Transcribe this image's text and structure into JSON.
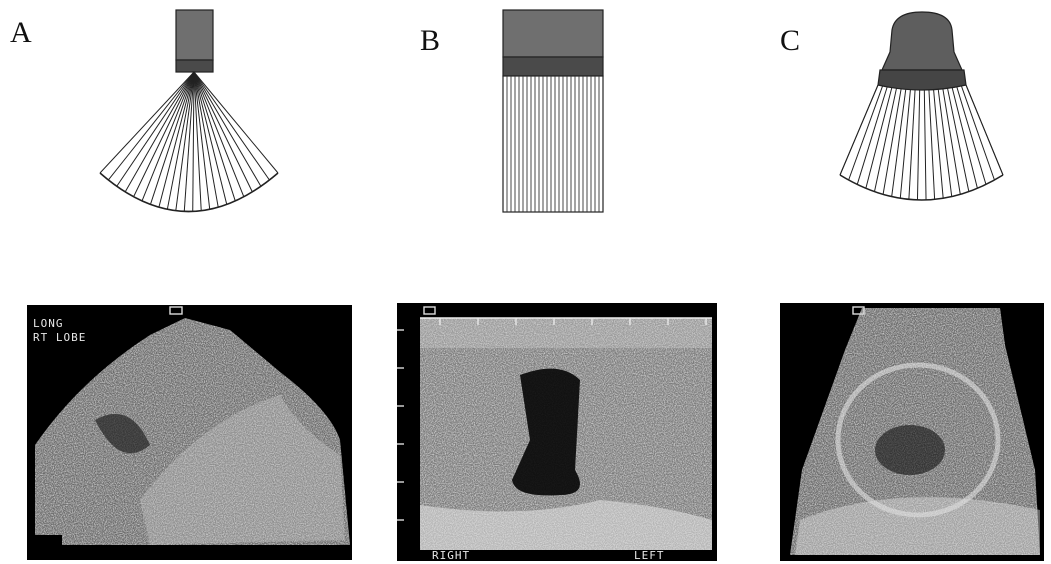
{
  "panels": [
    {
      "letter": "A",
      "transducer": "sector",
      "ultrasound_labels": [
        "LONG",
        "RT LOBE"
      ]
    },
    {
      "letter": "B",
      "transducer": "linear",
      "ultrasound_labels": [
        "RIGHT",
        "LEFT"
      ]
    },
    {
      "letter": "C",
      "transducer": "curved",
      "ultrasound_labels": []
    }
  ],
  "colors": {
    "probe_body": "#6f6f6f",
    "probe_band": "#4a4a4a",
    "beam_lines": "#222222",
    "ultrasound_bg": "#000000"
  }
}
